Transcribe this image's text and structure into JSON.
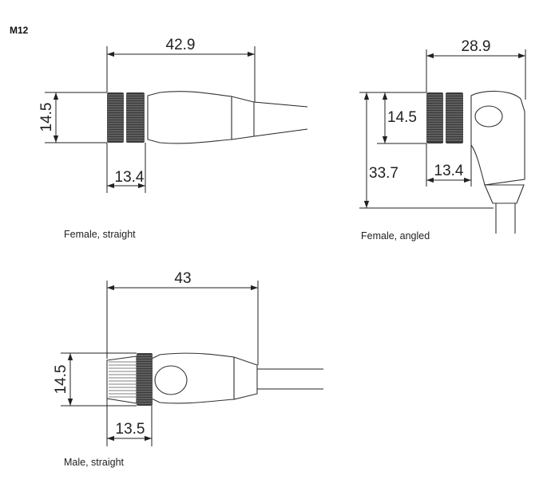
{
  "header": {
    "series": "M12"
  },
  "female_straight": {
    "caption": "Female, straight",
    "length": "42.9",
    "diameter": "14.5",
    "nut_length": "13.4"
  },
  "female_angled": {
    "caption": "Female, angled",
    "width": "28.9",
    "diameter": "14.5",
    "height": "33.7",
    "nut_length": "13.4"
  },
  "male_straight": {
    "caption": "Male, straight",
    "length": "43",
    "diameter": "14.5",
    "nut_length": "13.5"
  },
  "colors": {
    "line": "#222222",
    "knurl": "#3a3a3a",
    "background": "#ffffff"
  }
}
